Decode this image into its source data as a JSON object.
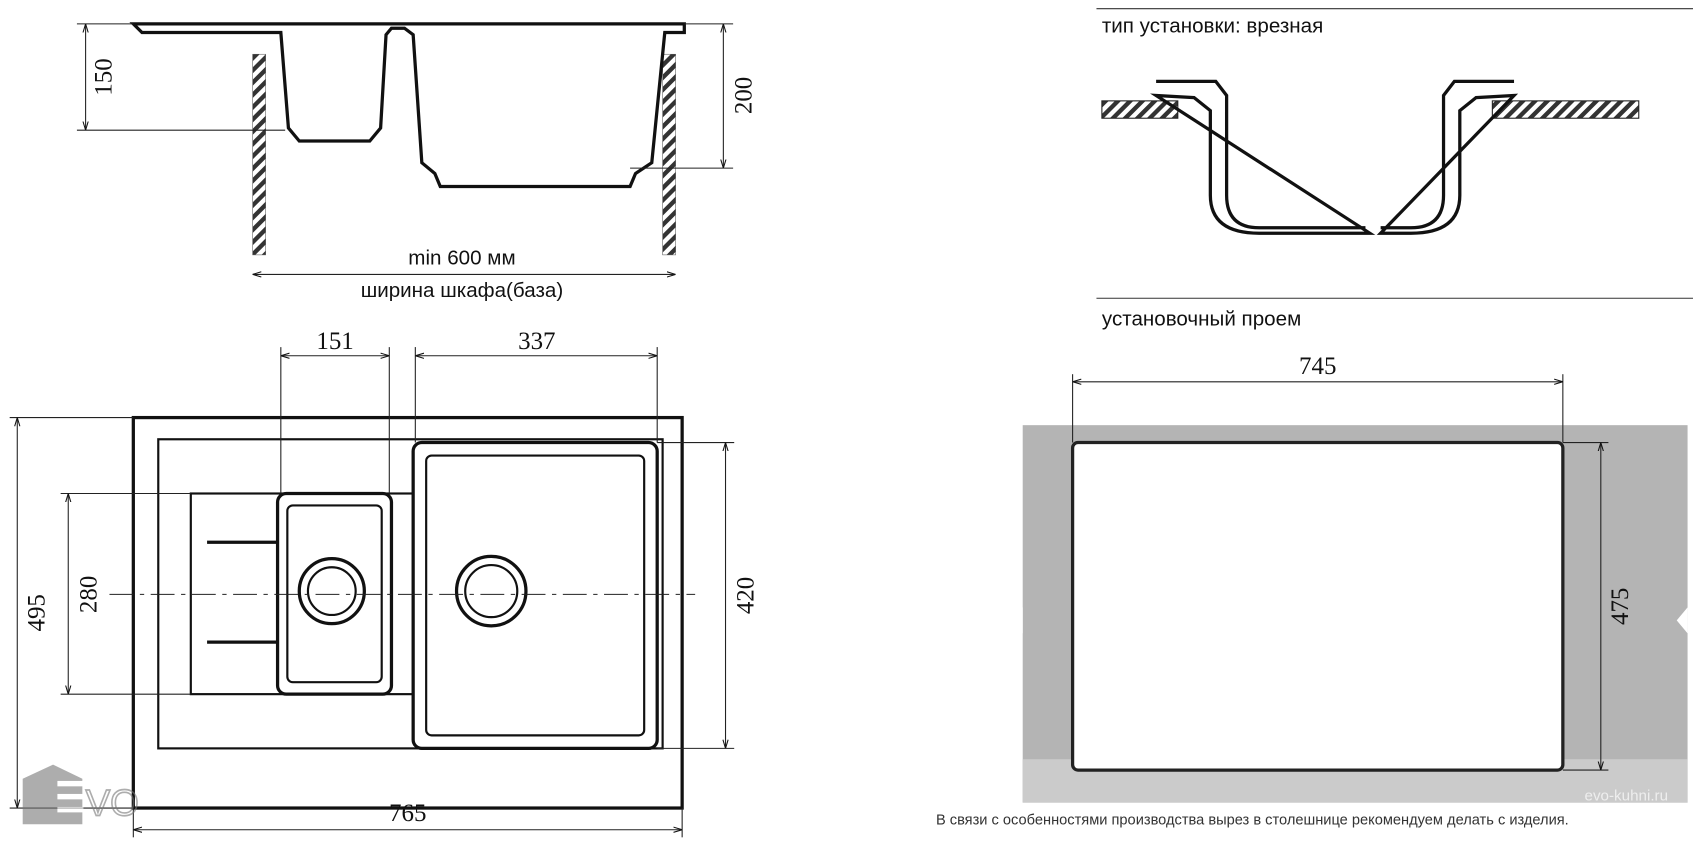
{
  "side_view": {
    "dim_left": "150",
    "dim_right": "200",
    "min_width": "min 600 мм",
    "cabinet_label": "ширина шкафа(база)"
  },
  "top_view": {
    "dim_small_bowl": "151",
    "dim_large_bowl": "337",
    "dim_total_depth": "495",
    "dim_small_depth": "280",
    "dim_large_depth": "420",
    "dim_total_width": "765"
  },
  "install": {
    "type_label": "тип установки: врезная",
    "cutout_label": "установочный проем",
    "cutout_width": "745",
    "cutout_depth": "475",
    "note": "В связи с особенностями производства вырез в столешнице рекомендуем делать с изделия."
  },
  "watermark": {
    "logo": "EVO",
    "site": "evo-kuhni.ru"
  },
  "colors": {
    "countertop": "#b4b4b4",
    "countertop_light": "#cbcbcb",
    "line": "#111111"
  }
}
